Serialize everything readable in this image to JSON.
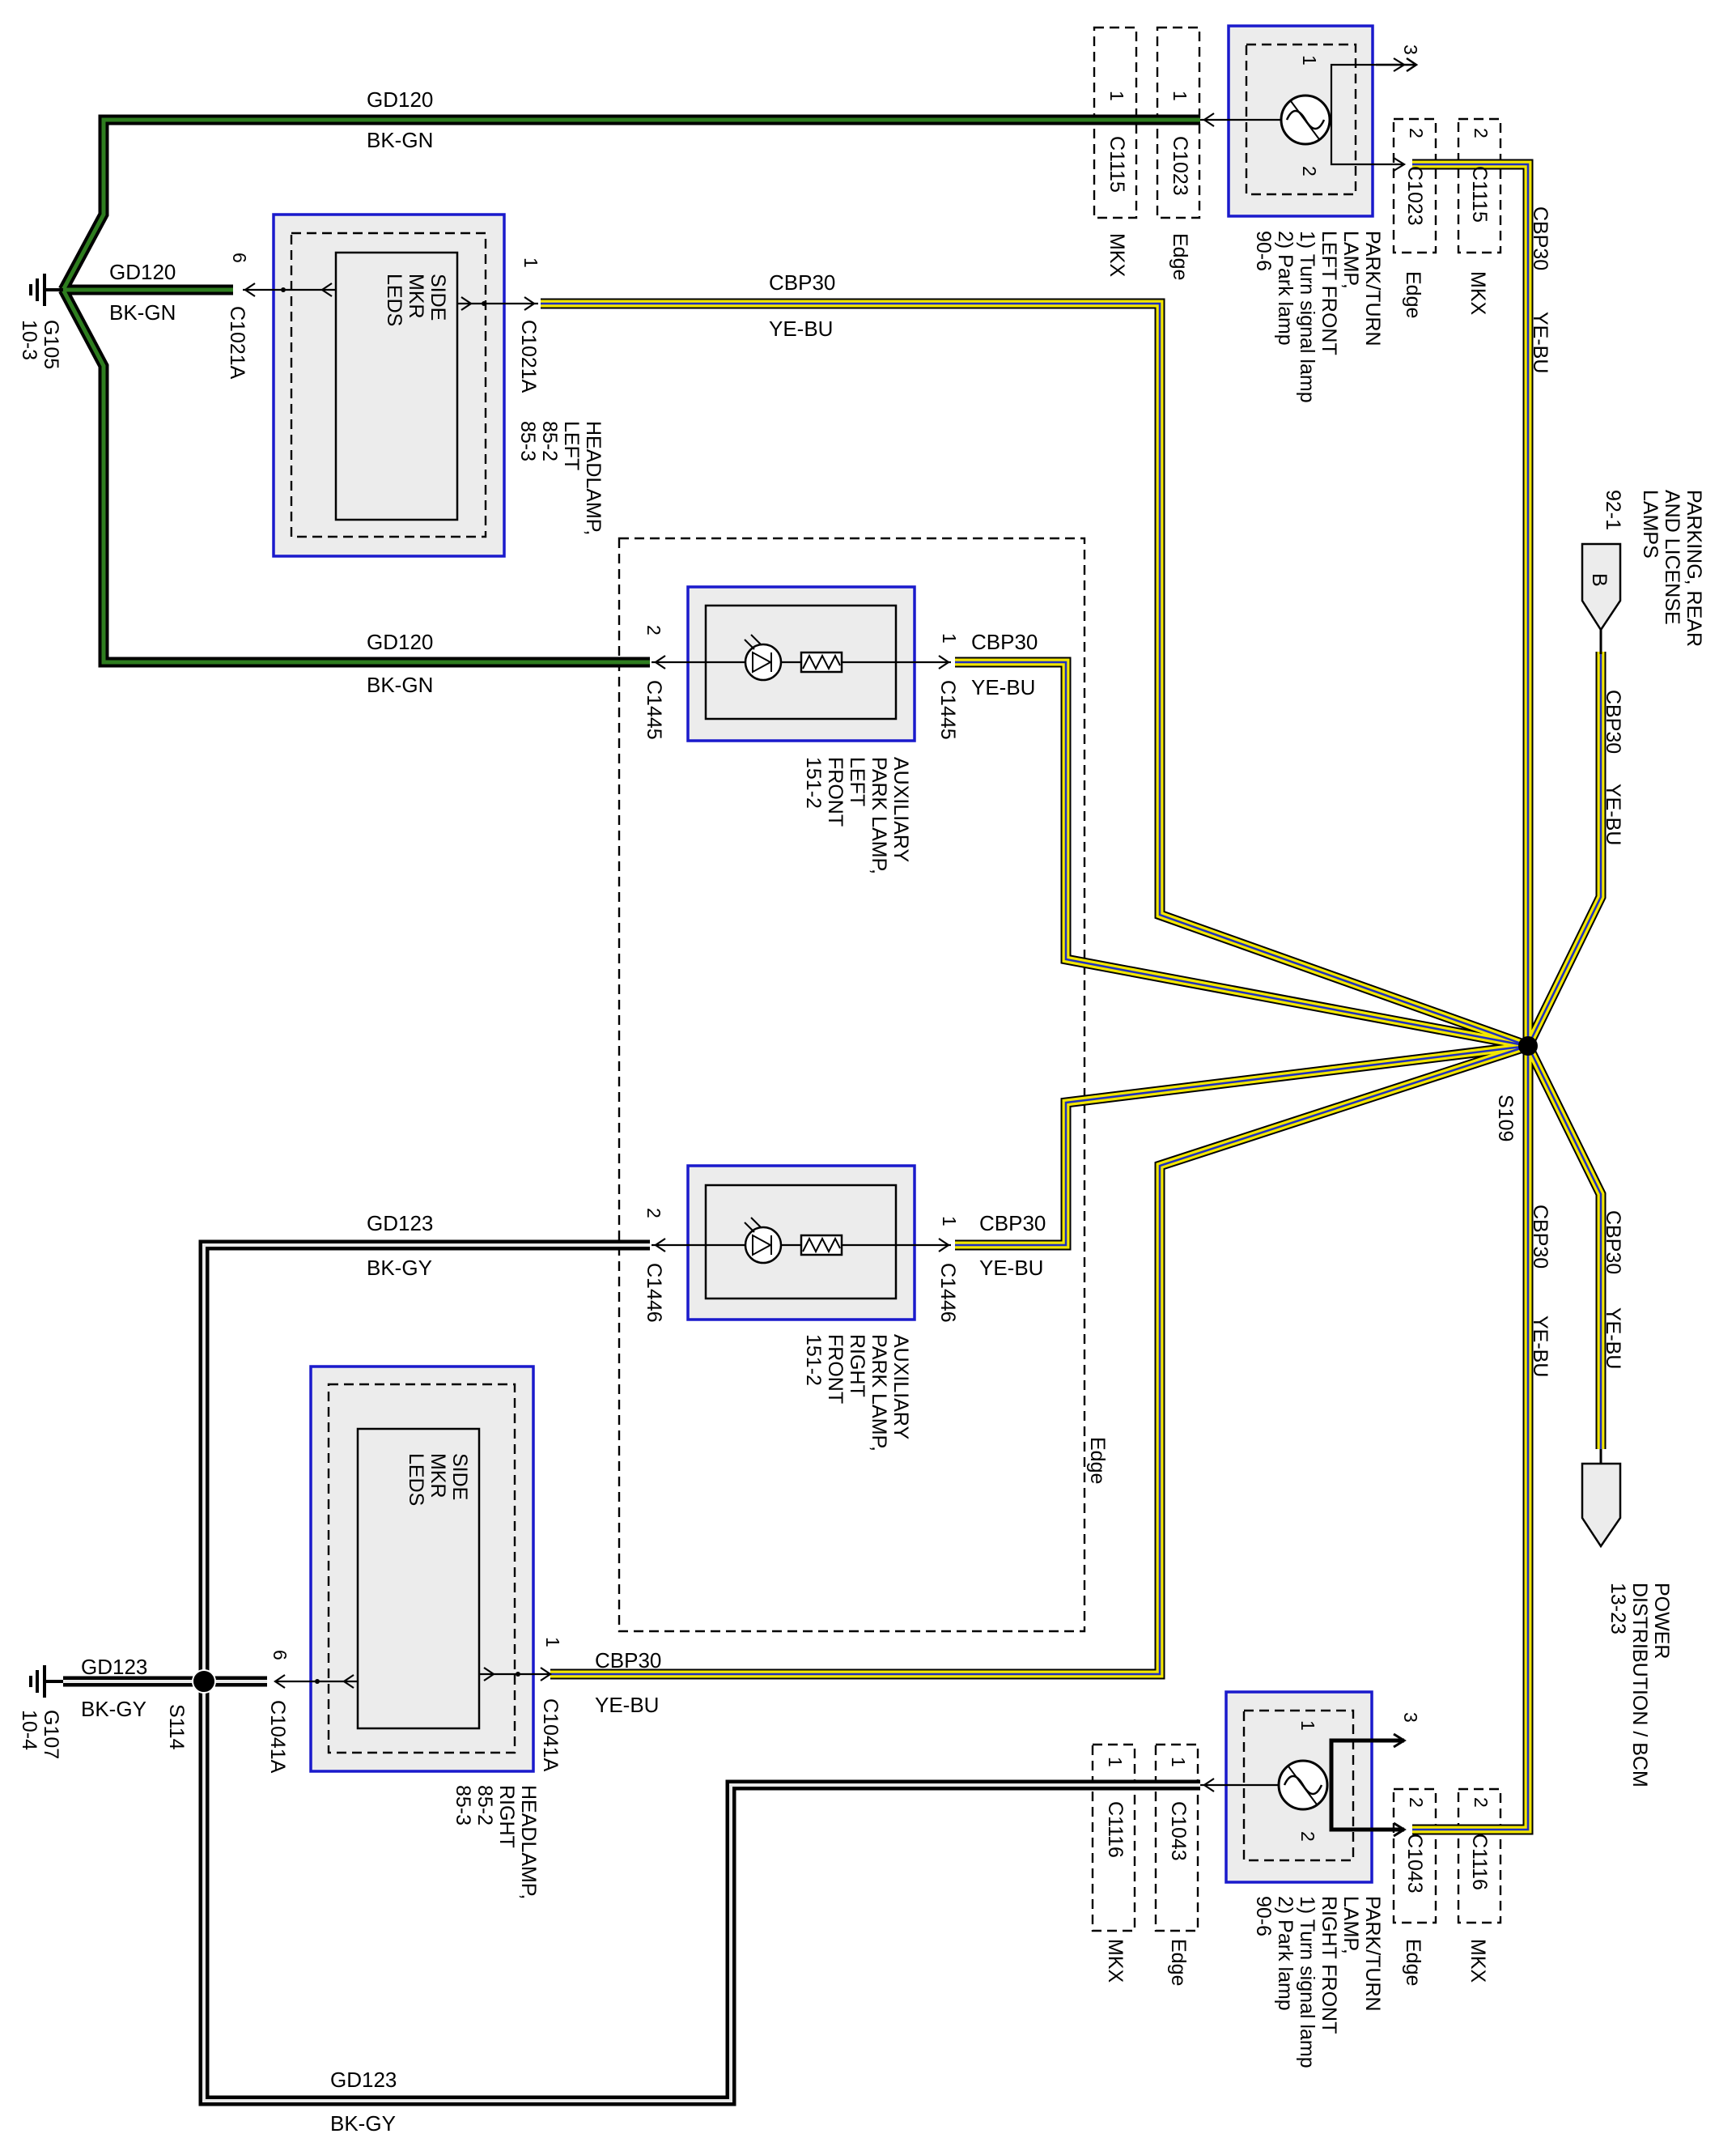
{
  "wires": {
    "gd120": "GD120",
    "bk_gn": "BK-GN",
    "gd123": "GD123",
    "bk_gy": "BK-GY",
    "cbp30": "CBP30",
    "ye_bu": "YE-BU"
  },
  "connectors": {
    "c1115": "C1115",
    "c1023": "C1023",
    "c1021a": "C1021A",
    "c1445": "C1445",
    "c1446": "C1446",
    "c1041a": "C1041A",
    "c1116": "C1116",
    "c1043": "C1043"
  },
  "splices": {
    "s109": "S109",
    "s114": "S114"
  },
  "grounds": {
    "g105": "G105",
    "g105_ref": "10-3",
    "g107": "G107",
    "g107_ref": "10-4"
  },
  "pins": {
    "p1": "1",
    "p2": "2",
    "p3": "3",
    "p6": "6"
  },
  "side_marker": {
    "l1": "SIDE",
    "l2": "MKR",
    "l3": "LEDS"
  },
  "headlamp_left": {
    "l1": "HEADLAMP,",
    "l2": "LEFT",
    "l3": "85-2",
    "l4": "85-3"
  },
  "headlamp_right": {
    "l1": "HEADLAMP,",
    "l2": "RIGHT",
    "l3": "85-2",
    "l4": "85-3"
  },
  "park_turn_left": {
    "l1": "PARK/TURN",
    "l2": "LAMP,",
    "l3": "LEFT FRONT",
    "l4": "1) Turn signal lamp",
    "l5": "2) Park lamp",
    "l6": "90-6"
  },
  "park_turn_right": {
    "l1": "PARK/TURN",
    "l2": "LAMP,",
    "l3": "RIGHT FRONT",
    "l4": "1) Turn signal lamp",
    "l5": "2) Park lamp",
    "l6": "90-6"
  },
  "aux_left": {
    "l1": "AUXILIARY",
    "l2": "PARK LAMP,",
    "l3": "LEFT",
    "l4": "FRONT",
    "l5": "151-2"
  },
  "aux_right": {
    "l1": "AUXILIARY",
    "l2": "PARK LAMP,",
    "l3": "RIGHT",
    "l4": "FRONT",
    "l5": "151-2"
  },
  "parking_rear": {
    "l1": "PARKING, REAR",
    "l2": "AND LICENSE",
    "l3": "LAMPS",
    "l4": "92-1",
    "connector": "B"
  },
  "power_dist": {
    "l1": "POWER",
    "l2": "DISTRIBUTION / BCM",
    "l3": "13-23"
  },
  "tags": {
    "mkx": "MKX",
    "edge": "Edge"
  },
  "colors": {
    "bk_gn_stripe": "#2e7d1f",
    "bk_gy_stripe": "#e8e8e8",
    "ye_bu_stripe": "#1f2fbf",
    "ye_bu_outline": "#f2e600",
    "component_border": "#1a1acc",
    "component_fill": "#ececec"
  }
}
